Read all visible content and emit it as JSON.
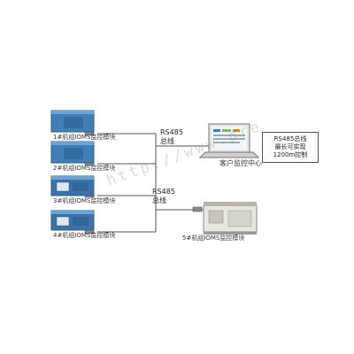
{
  "units": [
    {
      "label": "1#机组IOMS监控模块"
    },
    {
      "label": "2#机组IOMS监控模块"
    },
    {
      "label": "3#机组IOMS监控模块"
    },
    {
      "label": "4#机组IOMS监控模块"
    },
    {
      "label": "5#机组IOMS监控模块"
    }
  ],
  "bus_labels": [
    {
      "line1": "RS485",
      "line2": "总线"
    },
    {
      "line1": "RS485",
      "line2": "总线"
    }
  ],
  "center": {
    "label": "客户监控中心"
  },
  "note": {
    "line1": "RS485总线",
    "line2": "最长可实现",
    "line3": "1200m控制"
  },
  "watermark": "http://www.pre",
  "colors": {
    "line": "#555555",
    "compressor_body": "#3f7fb6",
    "compressor_top": "#6aa3d4",
    "compressor_dark": "#2c5f8f",
    "module": "#8a8a8a"
  }
}
